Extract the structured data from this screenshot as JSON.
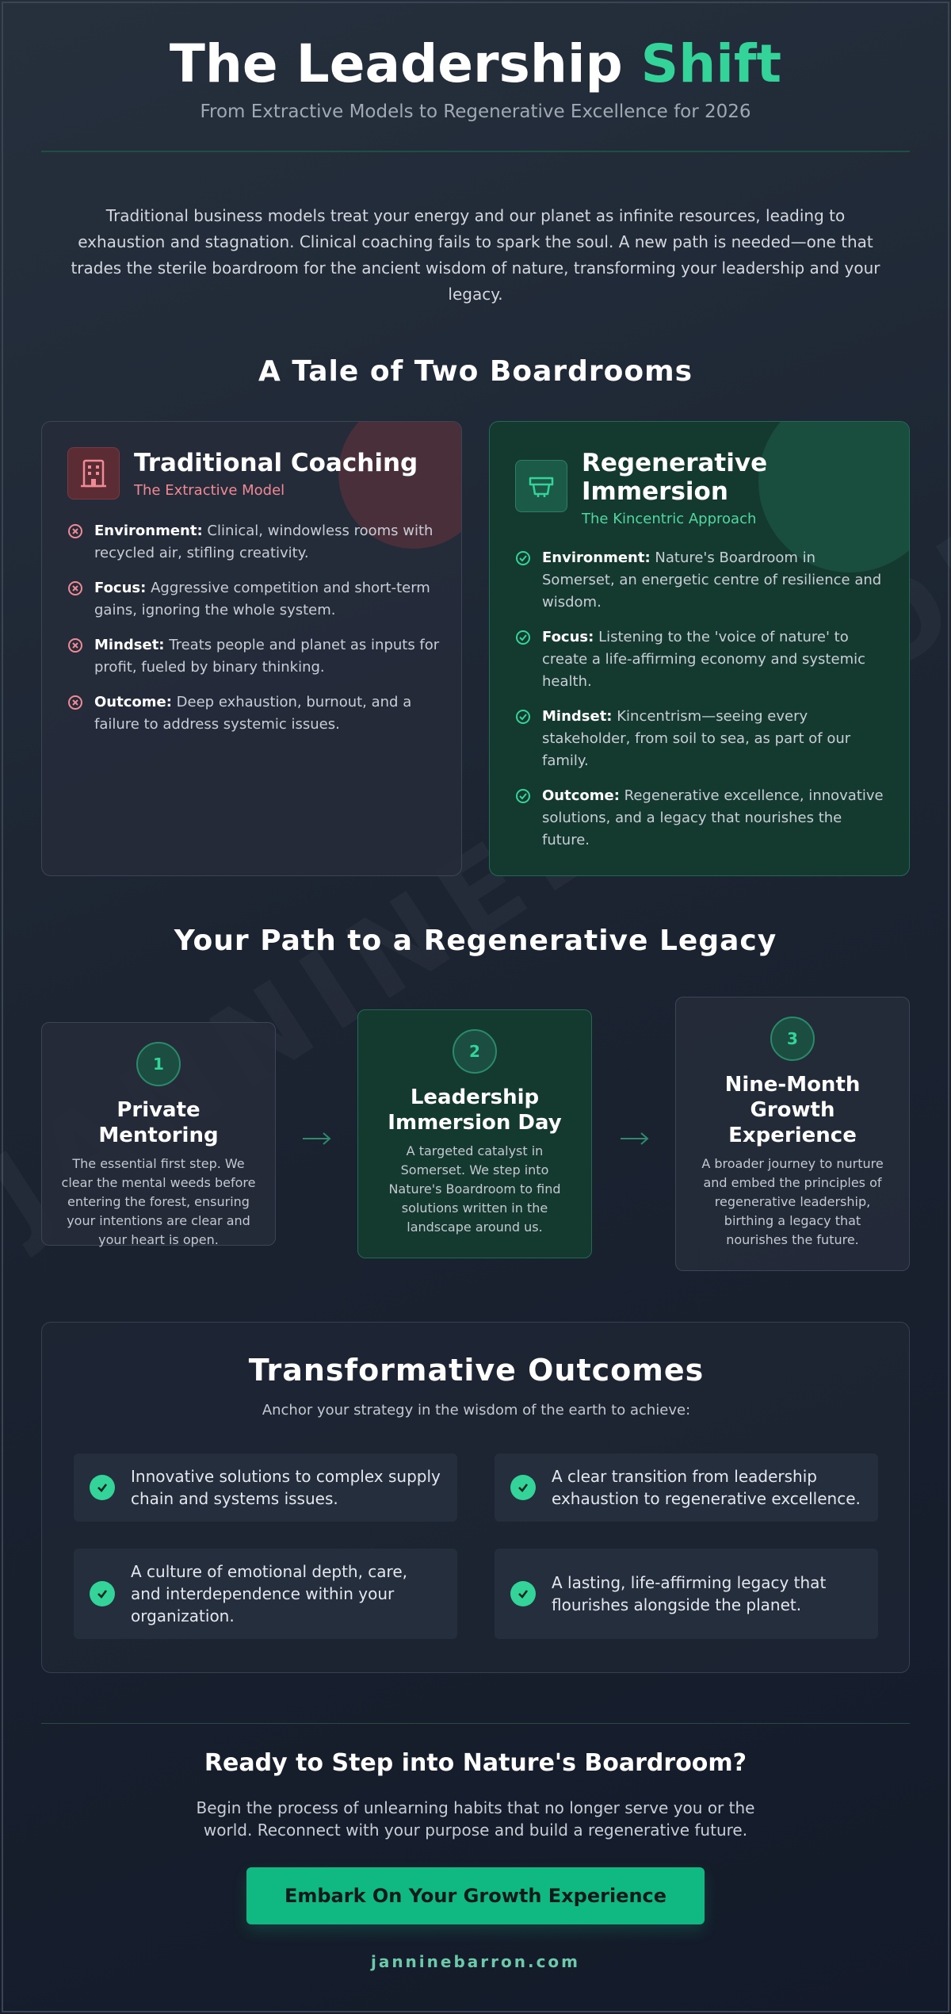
{
  "header": {
    "title_main": "The Leadership",
    "title_accent": "Shift",
    "subtitle": "From Extractive Models to Regenerative Excellence for 2026",
    "intro": "Traditional business models treat your energy and our planet as infinite resources, leading to exhaustion and stagnation. Clinical coaching fails to spark the soul. A new path is needed—one that trades the sterile boardroom for the ancient wisdom of nature, transforming your leadership and your legacy."
  },
  "watermark": "JANNINEBARRON.COM",
  "comparison": {
    "title": "A Tale of Two Boardrooms",
    "traditional": {
      "icon": "building-icon",
      "title": "Traditional Coaching",
      "tag": "The Extractive Model",
      "points": [
        {
          "label": "Environment:",
          "text": "Clinical, windowless rooms with recycled air, stifling creativity."
        },
        {
          "label": "Focus:",
          "text": "Aggressive competition and short-term gains, ignoring the whole system."
        },
        {
          "label": "Mindset:",
          "text": "Treats people and planet as inputs for profit, fueled by binary thinking."
        },
        {
          "label": "Outcome:",
          "text": "Deep exhaustion, burnout, and a failure to address systemic issues."
        }
      ]
    },
    "regenerative": {
      "icon": "plant-pot-icon",
      "title": "Regenerative Immersion",
      "tag": "The Kincentric Approach",
      "points": [
        {
          "label": "Environment:",
          "text": "Nature's Boardroom in Somerset, an energetic centre of resilience and wisdom."
        },
        {
          "label": "Focus:",
          "text": "Listening to the 'voice of nature' to create a life-affirming economy and systemic health."
        },
        {
          "label": "Mindset:",
          "text": "Kincentrism—seeing every stakeholder, from soil to sea, as part of our family."
        },
        {
          "label": "Outcome:",
          "text": "Regenerative excellence, innovative solutions, and a legacy that nourishes the future."
        }
      ]
    }
  },
  "path": {
    "title": "Your Path to a Regenerative Legacy",
    "steps": [
      {
        "num": "1",
        "title": "Private Mentoring",
        "desc": "The essential first step. We clear the mental weeds before entering the forest, ensuring your intentions are clear and your heart is open."
      },
      {
        "num": "2",
        "title": "Leadership Immersion Day",
        "desc": "A targeted catalyst in Somerset. We step into Nature's Boardroom to find solutions written in the landscape around us."
      },
      {
        "num": "3",
        "title": "Nine-Month Growth Experience",
        "desc": "A broader journey to nurture and embed the principles of regenerative leadership, birthing a legacy that nourishes the future."
      }
    ]
  },
  "outcomes": {
    "title": "Transformative Outcomes",
    "subtitle": "Anchor your strategy in the wisdom of the earth to achieve:",
    "items": [
      "Innovative solutions to complex supply chain and systems issues.",
      "A clear transition from leadership exhaustion to regenerative excellence.",
      "A culture of emotional depth, care, and interdependence within your organization.",
      "A lasting, life-affirming legacy that flourishes alongside the planet."
    ]
  },
  "cta": {
    "title": "Ready to Step into Nature's Boardroom?",
    "text": "Begin the process of unlearning habits that no longer serve you or the world. Reconnect with your purpose and build a regenerative future.",
    "button": "Embark On Your Growth Experience",
    "site": "janninebarron.com"
  },
  "colors": {
    "accent": "#34d399",
    "button": "#10b981",
    "negative": "#f08a94"
  }
}
